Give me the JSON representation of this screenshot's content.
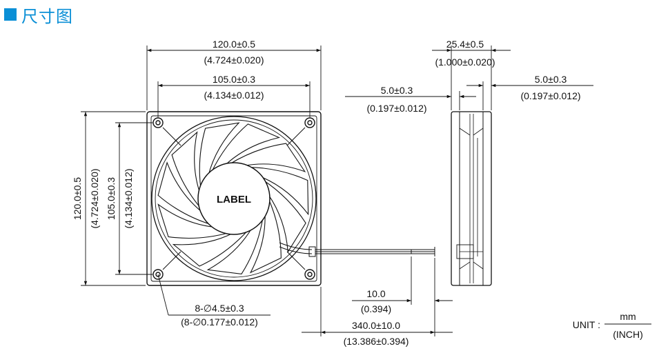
{
  "header": {
    "title": "尺寸图",
    "accent_color": "#0a8fd6"
  },
  "fan_label": "LABEL",
  "dims": {
    "overall_width": {
      "mm": "120.0±0.5",
      "inch": "(4.724±0.020)"
    },
    "hole_pitch_width": {
      "mm": "105.0±0.3",
      "inch": "(4.134±0.012)"
    },
    "overall_height": {
      "mm": "120.0±0.5",
      "inch": "(4.724±0.020)"
    },
    "hole_pitch_height": {
      "mm": "105.0±0.3",
      "inch": "(4.134±0.012)"
    },
    "depth": {
      "mm": "25.4±0.5",
      "inch": "(1.000±0.020)"
    },
    "flange_left": {
      "mm": "5.0±0.3",
      "inch": "(0.197±0.012)"
    },
    "flange_right": {
      "mm": "5.0±0.3",
      "inch": "(0.197±0.012)"
    },
    "holes": {
      "mm": "8-∅4.5±0.3",
      "inch": "(8-∅0.177±0.012)"
    },
    "wire_strip": {
      "mm": "10.0",
      "inch": "(0.394)"
    },
    "wire_length": {
      "mm": "340.0±10.0",
      "inch": "(13.386±0.394)"
    }
  },
  "unit": {
    "label": "UNIT :",
    "numerator": "mm",
    "denominator": "(INCH)"
  }
}
